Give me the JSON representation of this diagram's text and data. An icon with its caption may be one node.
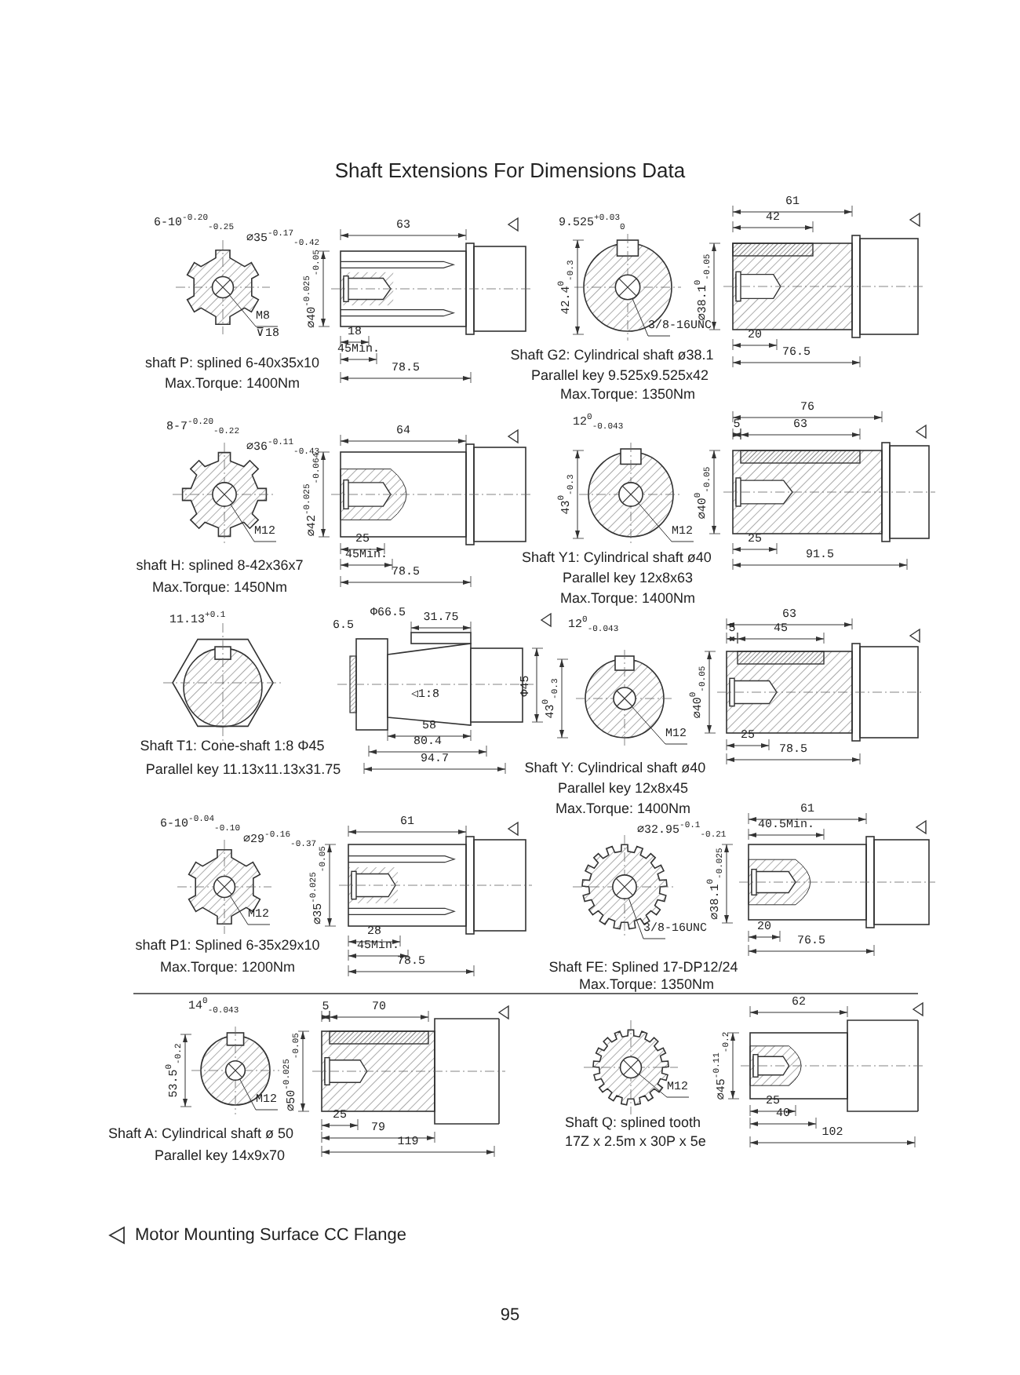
{
  "diagram": {
    "title": "Shaft Extensions For Dimensions Data",
    "nodes": [
      {
        "text": [
          "M8",
          "⊽18"
        ]
      },
      {
        "text": [
          "3/8-16UNC"
        ]
      },
      {
        "text": [
          "M12"
        ]
      },
      {
        "text": [
          "M12"
        ]
      },
      {
        "text": [
          "M12"
        ]
      },
      {
        "text": [
          "M12"
        ]
      },
      {
        "text": [
          "3/8-16UNC"
        ]
      },
      {
        "text": [
          "M12"
        ]
      },
      {
        "text": [
          "M12"
        ]
      },
      {
        "text": [],
        "shape": "circle"
      },
      {
        "text": [],
        "shape": "circle"
      },
      {
        "text": [],
        "shape": "circle"
      },
      {
        "text": [],
        "shape": "circle"
      },
      {
        "text": [],
        "shape": "circle"
      },
      {
        "text": [],
        "shape": "circle"
      },
      {
        "text": [],
        "shape": "circle"
      },
      {
        "text": [],
        "shape": "circle"
      },
      {
        "text": [],
        "shape": "circle"
      }
    ],
    "edges": [
      {
        "from": 0,
        "to": 9,
        "arrow": "none"
      },
      {
        "from": 1,
        "to": 10,
        "arrow": "none"
      },
      {
        "from": 2,
        "to": 11,
        "arrow": "none"
      },
      {
        "from": 3,
        "to": 12,
        "arrow": "none"
      },
      {
        "from": 4,
        "to": 13,
        "arrow": "none"
      },
      {
        "from": 5,
        "to": 14,
        "arrow": "none"
      },
      {
        "from": 6,
        "to": 15,
        "arrow": "none"
      },
      {
        "from": 7,
        "to": 16,
        "arrow": "none"
      },
      {
        "from": 8,
        "to": 17,
        "arrow": "none"
      }
    ],
    "labels": [
      "6-10$^{-0.20}$$_{-0.25}$",
      "⌀35$^{-0.17}$$_{-0.42}$",
      "63",
      "⌀40$^{-0.025}$$_{-0.05}$",
      "18",
      "45Min.",
      "78.5",
      "shaft P: splined 6-40x35x10",
      "Max.Torque: 1400Nm",
      "9.525$^{+0.03}$$_{0}$",
      "42.4$^{0}$$_{-0.3}$",
      "61",
      "42",
      "⌀38.1$^{0}$$_{-0.05}$",
      "20",
      "76.5",
      "Shaft G2: Cylindrical shaft ø38.1",
      "Parallel key 9.525x9.525x42",
      "Max.Torque: 1350Nm",
      "8-7$^{-0.20}$$_{-0.22}$",
      "⌀36$^{-0.11}$$_{-0.43}$",
      "64",
      "⌀42$^{-0.025}$$_{-0.064}$",
      "25",
      "45Min.",
      "78.5",
      "shaft H: splined 8-42x36x7",
      "Max.Torque: 1450Nm",
      "12$^{0}$$_{-0.043}$",
      "43$^{0}$$_{-0.3}$",
      "76",
      "5",
      "63",
      "⌀40$^{0}$$_{-0.05}$",
      "25",
      "91.5",
      "Shaft Y1: Cylindrical shaft ø40",
      "Parallel key 12x8x63",
      "Max.Torque: 1400Nm",
      "11.13$^{+0.1}$",
      "6.5",
      "Φ66.5",
      "31.75",
      "Φ45",
      "◁1:8",
      "58",
      "80.4",
      "94.7",
      "Shaft T1: Cone-shaft 1:8 Φ45",
      "Parallel key 11.13x11.13x31.75",
      "12$^{0}$$_{-0.043}$",
      "43$^{0}$$_{-0.3}$",
      "63",
      "5",
      "45",
      "⌀40$^{0}$$_{-0.05}$",
      "25",
      "78.5",
      "Shaft Y: Cylindrical shaft ø40",
      "Parallel key 12x8x45",
      "Max.Torque: 1400Nm",
      "6-10$^{-0.04}$$_{-0.10}$",
      "⌀29$^{-0.16}$$_{-0.37}$",
      "61",
      "⌀35$^{-0.025}$$_{-0.05}$",
      "28",
      "45Min.",
      "78.5",
      "shaft P1: Splined 6-35x29x10",
      "Max.Torque: 1200Nm",
      "⌀32.95$^{-0.1}$$_{-0.21}$",
      "61",
      "40.5Min.",
      "⌀38.1$^{0}$$_{-0.025}$",
      "20",
      "76.5",
      "Shaft FE: Splined 17-DP12/24",
      "Max.Torque: 1350Nm",
      "14$^{0}$$_{-0.043}$",
      "53.5$^{0}$$_{-0.2}$",
      "5",
      "70",
      "⌀50$^{-0.025}$$_{-0.05}$",
      "25",
      "79",
      "119",
      "Shaft A: Cylindrical shaft ø 50",
      "Parallel key 14x9x70",
      "62",
      "⌀45$^{-0.11}$$_{-0.2}$",
      "25",
      "40",
      "102",
      "Shaft Q: splined tooth",
      "17Z x 2.5m x 30P x 5e",
      "95"
    ],
    "legend": [
      {
        "text": "Motor Mounting Surface CC Flange"
      }
    ]
  }
}
